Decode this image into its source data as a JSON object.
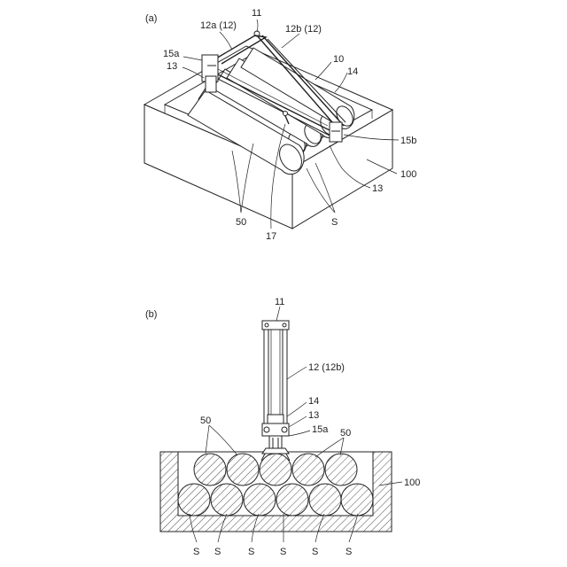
{
  "panel_a": {
    "tag": "(a)",
    "labels": {
      "l11": "11",
      "l12a": "12a (12)",
      "l12b": "12b (12)",
      "l15a": "15a",
      "l13_left": "13",
      "l10": "10",
      "l14": "14",
      "l15b": "15b",
      "l100": "100",
      "l13_right": "13",
      "l50": "50",
      "l17": "17",
      "lS": "S"
    }
  },
  "panel_b": {
    "tag": "(b)",
    "labels": {
      "l11": "11",
      "l12": "12 (12b)",
      "l14": "14",
      "l13": "13",
      "l15a": "15a",
      "l50_left": "50",
      "l50_right": "50",
      "l100": "100"
    },
    "s_labels": [
      "S",
      "S",
      "S",
      "S",
      "S",
      "S"
    ]
  }
}
